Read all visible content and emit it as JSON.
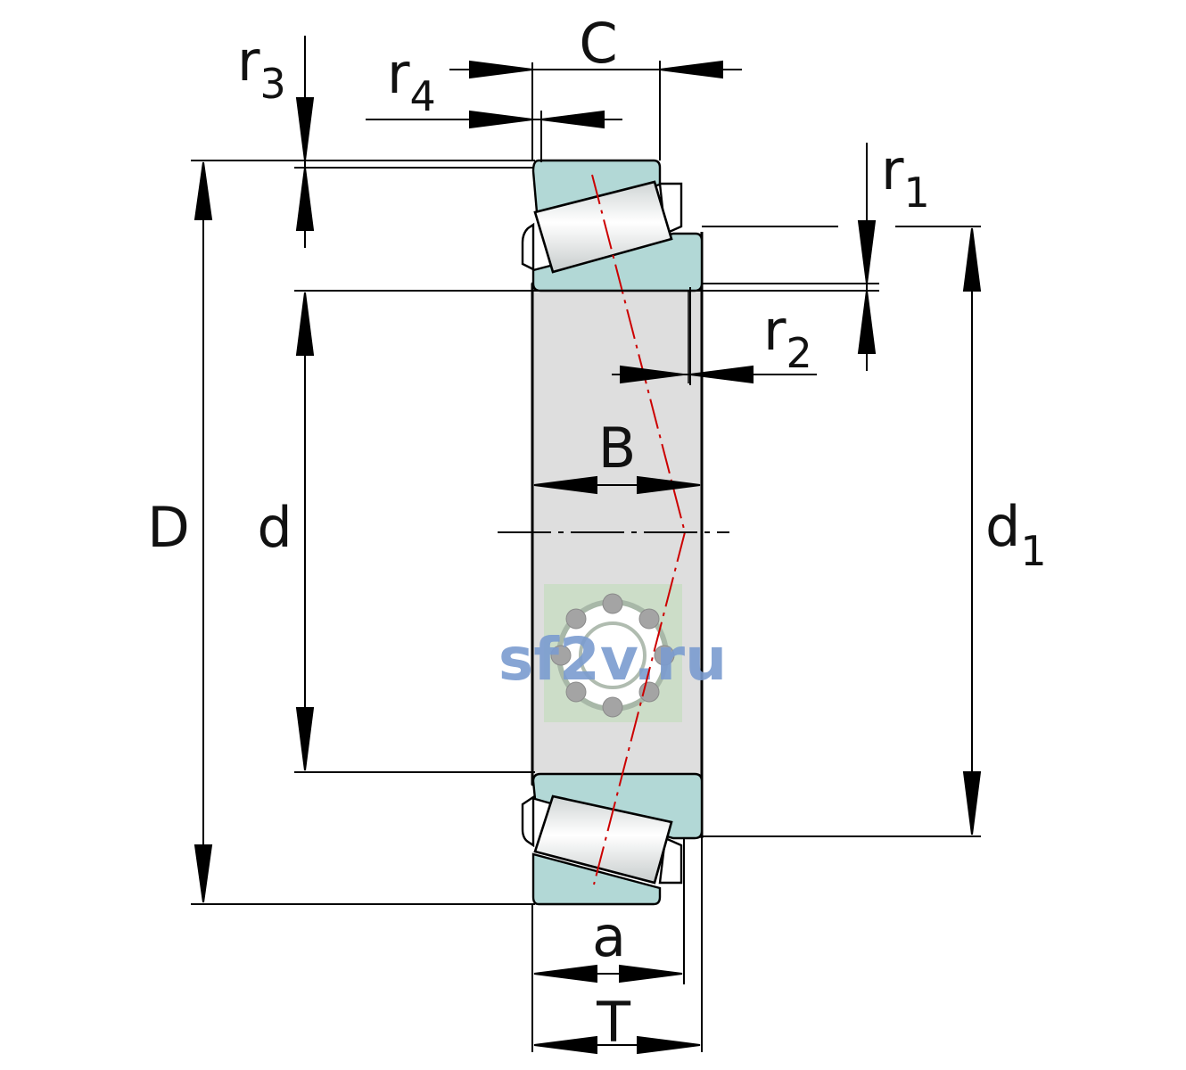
{
  "diagram": {
    "labels": {
      "C": "C",
      "B": "B",
      "D": "D",
      "d": "d",
      "d1_main": "d",
      "d1_sub": "1",
      "a": "a",
      "T": "T",
      "r1_main": "r",
      "r1_sub": "1",
      "r2_main": "r",
      "r2_sub": "2",
      "r3_main": "r",
      "r3_sub": "3",
      "r4_main": "r",
      "r4_sub": "4"
    },
    "watermark": "sf2v.ru",
    "colors": {
      "ring_fill": "#b2d8d6",
      "bore_fill": "#dedede",
      "roller_fill": "#eef0f0",
      "line": "#000000",
      "contact_line": "#cc0000",
      "watermark_text": "#7b9cd0",
      "watermark_bg": "#c5dcc0"
    }
  }
}
